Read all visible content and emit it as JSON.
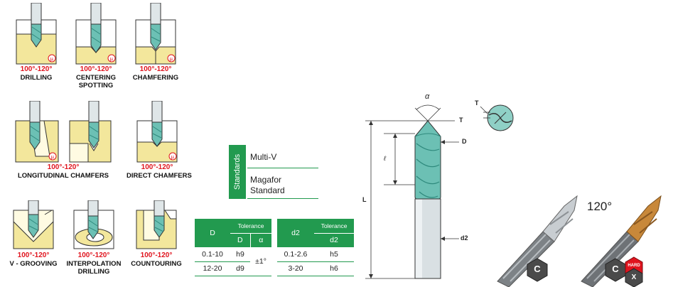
{
  "applications": [
    {
      "angle": "100°-120°",
      "label_lines": [
        "DRILLING"
      ]
    },
    {
      "angle": "100°-120°",
      "label_lines": [
        "CENTERING",
        "SPOTTING"
      ]
    },
    {
      "angle": "100°-120°",
      "label_lines": [
        "CHAMFERING"
      ]
    },
    {
      "angle": "100°-120°",
      "label_lines": [
        "LONGITUDINAL CHAMFERS"
      ]
    },
    {
      "angle": "100°-120°",
      "label_lines": [
        "DIRECT CHAMFERS"
      ]
    },
    {
      "angle": "100°-120°",
      "label_lines": [
        "V - GROOVING"
      ]
    },
    {
      "angle": "100°-120°",
      "label_lines": [
        "INTERPOLATION",
        "DRILLING"
      ]
    },
    {
      "angle": "100°-120°",
      "label_lines": [
        "COUNTOURING"
      ]
    }
  ],
  "standards": {
    "side_label": "Standards",
    "items": [
      "Multi-V",
      "Magafor",
      "Standard"
    ]
  },
  "tolerance_table_1": {
    "col_d": "D",
    "tolerance_header": "Tolerance",
    "sub_d": "D",
    "sub_alpha": "α",
    "rows": [
      {
        "range": "0.1-10",
        "tol": "h9"
      },
      {
        "range": "12-20",
        "tol": "d9"
      }
    ],
    "alpha_value": "±1°"
  },
  "tolerance_table_2": {
    "col_d2": "d2",
    "tolerance_header": "Tolerance",
    "sub_d2": "d2",
    "rows": [
      {
        "range": "0.1-2.6",
        "tol": "h5"
      },
      {
        "range": "3-20",
        "tol": "h6"
      }
    ]
  },
  "drawing_labels": {
    "alpha": "α",
    "T": "T",
    "D": "D",
    "l": "ℓ",
    "L": "L",
    "d2": "d2",
    "T_detail": "T"
  },
  "coatings": {
    "angle": "120°",
    "coating_c": "C",
    "hardx_top": "HARD",
    "hardx_bottom": "X"
  },
  "colors": {
    "green": "#229a4f",
    "red": "#e0141e",
    "tool_teal": "#6cc0b4",
    "workpiece_yellow": "#f3e79c",
    "gold": "#c8883a"
  }
}
